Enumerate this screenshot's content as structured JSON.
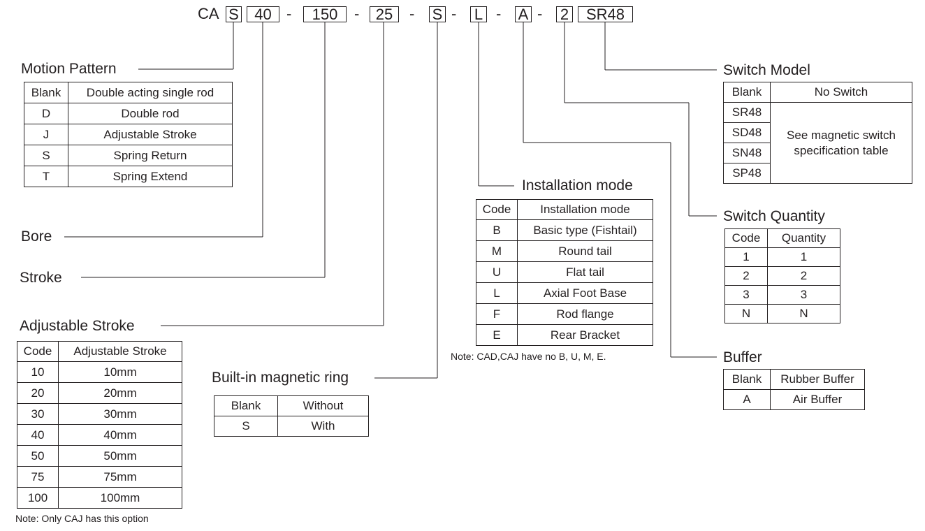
{
  "code": {
    "prefix": "CA",
    "segments": [
      "S",
      "40",
      "150",
      "25",
      "S",
      "L",
      "A",
      "2",
      "SR48"
    ],
    "dash": "-"
  },
  "motion_pattern": {
    "title": "Motion Pattern",
    "rows": [
      [
        "Blank",
        "Double acting single rod"
      ],
      [
        "D",
        "Double rod"
      ],
      [
        "J",
        "Adjustable Stroke"
      ],
      [
        "S",
        "Spring Return"
      ],
      [
        "T",
        "Spring Extend"
      ]
    ]
  },
  "bore": {
    "title": "Bore"
  },
  "stroke": {
    "title": "Stroke"
  },
  "adjustable_stroke": {
    "title": "Adjustable Stroke",
    "header": [
      "Code",
      "Adjustable Stroke"
    ],
    "rows": [
      [
        "10",
        "10mm"
      ],
      [
        "20",
        "20mm"
      ],
      [
        "30",
        "30mm"
      ],
      [
        "40",
        "40mm"
      ],
      [
        "50",
        "50mm"
      ],
      [
        "75",
        "75mm"
      ],
      [
        "100",
        "100mm"
      ]
    ],
    "note": "Note: Only CAJ has this option"
  },
  "magnetic_ring": {
    "title": "Built-in magnetic ring",
    "rows": [
      [
        "Blank",
        "Without"
      ],
      [
        "S",
        "With"
      ]
    ]
  },
  "installation_mode": {
    "title": "Installation mode",
    "header": [
      "Code",
      "Installation mode"
    ],
    "rows": [
      [
        "B",
        "Basic type (Fishtail)"
      ],
      [
        "M",
        "Round tail"
      ],
      [
        "U",
        "Flat tail"
      ],
      [
        "L",
        "Axial Foot Base"
      ],
      [
        "F",
        "Rod flange"
      ],
      [
        "E",
        "Rear Bracket"
      ]
    ],
    "note": "Note: CAD,CAJ have no B, U, M, E."
  },
  "switch_model": {
    "title": "Switch Model",
    "rows": [
      [
        "Blank",
        "No Switch"
      ],
      [
        "SR48",
        "See magnetic switch specification table"
      ],
      [
        "SD48"
      ],
      [
        "SN48"
      ],
      [
        "SP48"
      ]
    ]
  },
  "switch_quantity": {
    "title": "Switch Quantity",
    "header": [
      "Code",
      "Quantity"
    ],
    "rows": [
      [
        "1",
        "1"
      ],
      [
        "2",
        "2"
      ],
      [
        "3",
        "3"
      ],
      [
        "N",
        "N"
      ]
    ]
  },
  "buffer": {
    "title": "Buffer",
    "rows": [
      [
        "Blank",
        "Rubber Buffer"
      ],
      [
        "A",
        "Air Buffer"
      ]
    ]
  }
}
